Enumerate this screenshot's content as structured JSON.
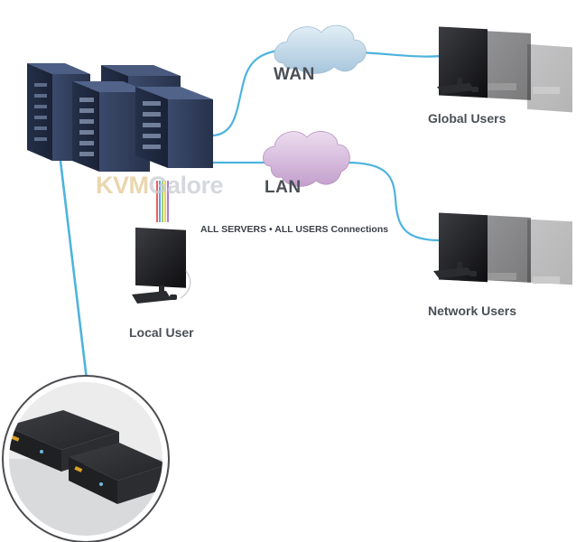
{
  "labels": {
    "wan": "WAN",
    "lan": "LAN",
    "global_users": "Global Users",
    "network_users": "Network Users",
    "local_user": "Local User",
    "connections": "ALL SERVERS • ALL USERS Connections"
  },
  "watermark": {
    "part1": "KVM",
    "part2": "Galore"
  },
  "colors": {
    "link_line": "#4db4de",
    "wan_cloud": "#bcd6e7",
    "lan_cloud": "#d5b9dc",
    "server_rack": "#2f3b58",
    "monitor": "#1d1e21",
    "kvm_device": "#2a2b2e"
  }
}
